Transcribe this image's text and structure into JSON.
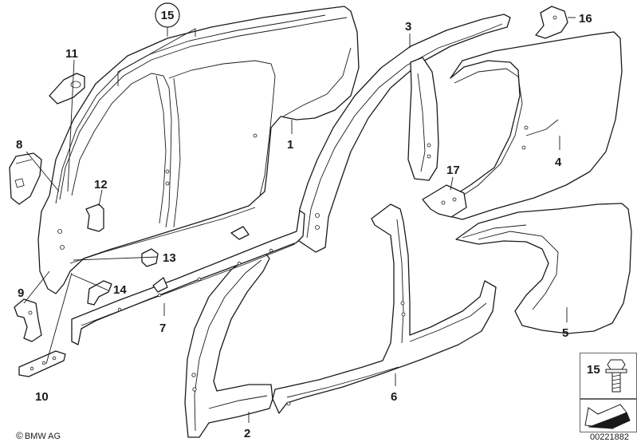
{
  "callouts": {
    "c1": "1",
    "c2": "2",
    "c3": "3",
    "c4": "4",
    "c5": "5",
    "c6": "6",
    "c7": "7",
    "c8": "8",
    "c9": "9",
    "c10": "10",
    "c11": "11",
    "c12": "12",
    "c13": "13",
    "c14": "14",
    "c15": "15",
    "c16": "16",
    "c17": "17"
  },
  "legend": {
    "screw_label": "15"
  },
  "footer": {
    "copyright": "BMW AG",
    "diagram_id": "00221882"
  }
}
